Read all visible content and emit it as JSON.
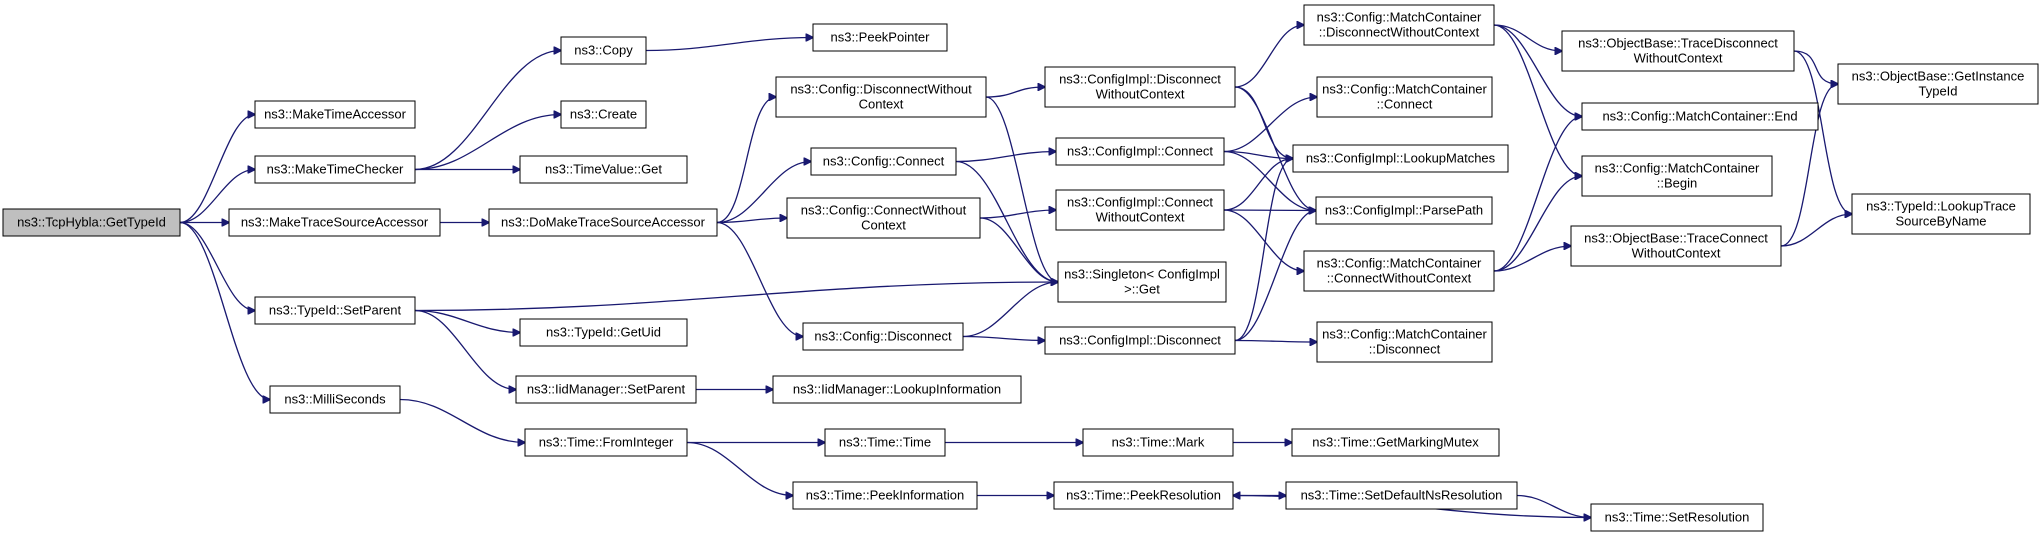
{
  "diagram": {
    "colors": {
      "edge": "#191970",
      "node_border": "#000000",
      "node_fill": "#ffffff",
      "root_fill": "#bfbfbf"
    },
    "nodes": [
      {
        "id": "root",
        "lines": [
          "ns3::TcpHybla::GetTypeId"
        ],
        "root": true
      },
      {
        "id": "makeTimeAccessor",
        "lines": [
          "ns3::MakeTimeAccessor"
        ]
      },
      {
        "id": "makeTimeChecker",
        "lines": [
          "ns3::MakeTimeChecker"
        ]
      },
      {
        "id": "makeTraceSourceAccessor",
        "lines": [
          "ns3::MakeTraceSourceAccessor"
        ]
      },
      {
        "id": "typeIdSetParent",
        "lines": [
          "ns3::TypeId::SetParent"
        ]
      },
      {
        "id": "milliSeconds",
        "lines": [
          "ns3::MilliSeconds"
        ]
      },
      {
        "id": "copy",
        "lines": [
          "ns3::Copy"
        ]
      },
      {
        "id": "create",
        "lines": [
          "ns3::Create"
        ]
      },
      {
        "id": "timeValueGet",
        "lines": [
          "ns3::TimeValue::Get"
        ]
      },
      {
        "id": "doMakeTSA",
        "lines": [
          "ns3::DoMakeTraceSourceAccessor"
        ]
      },
      {
        "id": "typeIdGetUid",
        "lines": [
          "ns3::TypeId::GetUid"
        ]
      },
      {
        "id": "iidSetParent",
        "lines": [
          "ns3::IidManager::SetParent"
        ]
      },
      {
        "id": "timeFromInteger",
        "lines": [
          "ns3::Time::FromInteger"
        ]
      },
      {
        "id": "peekPointer",
        "lines": [
          "ns3::PeekPointer"
        ]
      },
      {
        "id": "cfgDisconnectWoCtx",
        "lines": [
          "ns3::Config::DisconnectWithout",
          "Context"
        ]
      },
      {
        "id": "cfgConnect",
        "lines": [
          "ns3::Config::Connect"
        ]
      },
      {
        "id": "cfgConnectWoCtx",
        "lines": [
          "ns3::Config::ConnectWithout",
          "Context"
        ]
      },
      {
        "id": "cfgDisconnect",
        "lines": [
          "ns3::Config::Disconnect"
        ]
      },
      {
        "id": "iidLookupInfo",
        "lines": [
          "ns3::IidManager::LookupInformation"
        ]
      },
      {
        "id": "timeTime",
        "lines": [
          "ns3::Time::Time"
        ]
      },
      {
        "id": "timePeekInfo",
        "lines": [
          "ns3::Time::PeekInformation"
        ]
      },
      {
        "id": "implDisconnectWoCtx",
        "lines": [
          "ns3::ConfigImpl::Disconnect",
          "WithoutContext"
        ]
      },
      {
        "id": "implConnect",
        "lines": [
          "ns3::ConfigImpl::Connect"
        ]
      },
      {
        "id": "implConnectWoCtx",
        "lines": [
          "ns3::ConfigImpl::Connect",
          "WithoutContext"
        ]
      },
      {
        "id": "singletonGet",
        "lines": [
          "ns3::Singleton< ConfigImpl",
          ">::Get"
        ]
      },
      {
        "id": "implDisconnect",
        "lines": [
          "ns3::ConfigImpl::Disconnect"
        ]
      },
      {
        "id": "timeMark",
        "lines": [
          "ns3::Time::Mark"
        ]
      },
      {
        "id": "timePeekRes",
        "lines": [
          "ns3::Time::PeekResolution"
        ]
      },
      {
        "id": "mcDisconnectWoCtx",
        "lines": [
          "ns3::Config::MatchContainer",
          "::DisconnectWithoutContext"
        ]
      },
      {
        "id": "mcConnect",
        "lines": [
          "ns3::Config::MatchContainer",
          "::Connect"
        ]
      },
      {
        "id": "implLookupMatches",
        "lines": [
          "ns3::ConfigImpl::LookupMatches"
        ]
      },
      {
        "id": "implParsePath",
        "lines": [
          "ns3::ConfigImpl::ParsePath"
        ]
      },
      {
        "id": "mcConnectWoCtx",
        "lines": [
          "ns3::Config::MatchContainer",
          "::ConnectWithoutContext"
        ]
      },
      {
        "id": "mcDisconnect",
        "lines": [
          "ns3::Config::MatchContainer",
          "::Disconnect"
        ]
      },
      {
        "id": "timeGetMarkingMutex",
        "lines": [
          "ns3::Time::GetMarkingMutex"
        ]
      },
      {
        "id": "timeSetDefaultNsRes",
        "lines": [
          "ns3::Time::SetDefaultNsResolution"
        ]
      },
      {
        "id": "timeSetRes",
        "lines": [
          "ns3::Time::SetResolution"
        ]
      },
      {
        "id": "obTraceDisconnectWoCtx",
        "lines": [
          "ns3::ObjectBase::TraceDisconnect",
          "WithoutContext"
        ]
      },
      {
        "id": "mcEnd",
        "lines": [
          "ns3::Config::MatchContainer::End"
        ]
      },
      {
        "id": "mcBegin",
        "lines": [
          "ns3::Config::MatchContainer",
          "::Begin"
        ]
      },
      {
        "id": "obTraceConnectWoCtx",
        "lines": [
          "ns3::ObjectBase::TraceConnect",
          "WithoutContext"
        ]
      },
      {
        "id": "obGetInstanceTypeId",
        "lines": [
          "ns3::ObjectBase::GetInstance",
          "TypeId"
        ]
      },
      {
        "id": "typeIdLookupTrace",
        "lines": [
          "ns3::TypeId::LookupTrace",
          "SourceByName"
        ]
      }
    ],
    "edges": [
      [
        "root",
        "makeTimeAccessor"
      ],
      [
        "root",
        "makeTimeChecker"
      ],
      [
        "root",
        "makeTraceSourceAccessor"
      ],
      [
        "root",
        "typeIdSetParent"
      ],
      [
        "root",
        "milliSeconds"
      ],
      [
        "makeTimeChecker",
        "copy"
      ],
      [
        "makeTimeChecker",
        "create"
      ],
      [
        "makeTimeChecker",
        "timeValueGet"
      ],
      [
        "copy",
        "peekPointer"
      ],
      [
        "makeTraceSourceAccessor",
        "doMakeTSA"
      ],
      [
        "doMakeTSA",
        "cfgDisconnectWoCtx"
      ],
      [
        "doMakeTSA",
        "cfgConnect"
      ],
      [
        "doMakeTSA",
        "cfgConnectWoCtx"
      ],
      [
        "doMakeTSA",
        "cfgDisconnect"
      ],
      [
        "typeIdSetParent",
        "typeIdGetUid"
      ],
      [
        "typeIdSetParent",
        "iidSetParent"
      ],
      [
        "typeIdSetParent",
        "singletonGet"
      ],
      [
        "iidSetParent",
        "iidLookupInfo"
      ],
      [
        "milliSeconds",
        "timeFromInteger"
      ],
      [
        "timeFromInteger",
        "timeTime"
      ],
      [
        "timeFromInteger",
        "timePeekInfo"
      ],
      [
        "cfgDisconnectWoCtx",
        "implDisconnectWoCtx"
      ],
      [
        "cfgDisconnectWoCtx",
        "singletonGet"
      ],
      [
        "cfgConnect",
        "implConnect"
      ],
      [
        "cfgConnect",
        "singletonGet"
      ],
      [
        "cfgConnectWoCtx",
        "implConnectWoCtx"
      ],
      [
        "cfgConnectWoCtx",
        "singletonGet"
      ],
      [
        "cfgDisconnect",
        "implDisconnect"
      ],
      [
        "cfgDisconnect",
        "singletonGet"
      ],
      [
        "timeTime",
        "timeMark"
      ],
      [
        "timeMark",
        "timeGetMarkingMutex"
      ],
      [
        "timePeekInfo",
        "timePeekRes"
      ],
      [
        "timePeekRes",
        "timeSetDefaultNsRes"
      ],
      [
        "timeSetDefaultNsRes",
        "timeSetRes"
      ],
      [
        "timeSetRes",
        "timePeekRes"
      ],
      [
        "implDisconnectWoCtx",
        "mcDisconnectWoCtx"
      ],
      [
        "implDisconnectWoCtx",
        "implLookupMatches"
      ],
      [
        "implDisconnectWoCtx",
        "implParsePath"
      ],
      [
        "implConnect",
        "mcConnect"
      ],
      [
        "implConnect",
        "implLookupMatches"
      ],
      [
        "implConnect",
        "implParsePath"
      ],
      [
        "implConnectWoCtx",
        "implLookupMatches"
      ],
      [
        "implConnectWoCtx",
        "implParsePath"
      ],
      [
        "implConnectWoCtx",
        "mcConnectWoCtx"
      ],
      [
        "implDisconnect",
        "implLookupMatches"
      ],
      [
        "implDisconnect",
        "implParsePath"
      ],
      [
        "implDisconnect",
        "mcDisconnect"
      ],
      [
        "mcDisconnectWoCtx",
        "obTraceDisconnectWoCtx"
      ],
      [
        "mcDisconnectWoCtx",
        "mcEnd"
      ],
      [
        "mcDisconnectWoCtx",
        "mcBegin"
      ],
      [
        "mcConnectWoCtx",
        "mcEnd"
      ],
      [
        "mcConnectWoCtx",
        "mcBegin"
      ],
      [
        "mcConnectWoCtx",
        "obTraceConnectWoCtx"
      ],
      [
        "obTraceDisconnectWoCtx",
        "obGetInstanceTypeId"
      ],
      [
        "obTraceDisconnectWoCtx",
        "typeIdLookupTrace"
      ],
      [
        "obTraceConnectWoCtx",
        "obGetInstanceTypeId"
      ],
      [
        "obTraceConnectWoCtx",
        "typeIdLookupTrace"
      ]
    ]
  }
}
